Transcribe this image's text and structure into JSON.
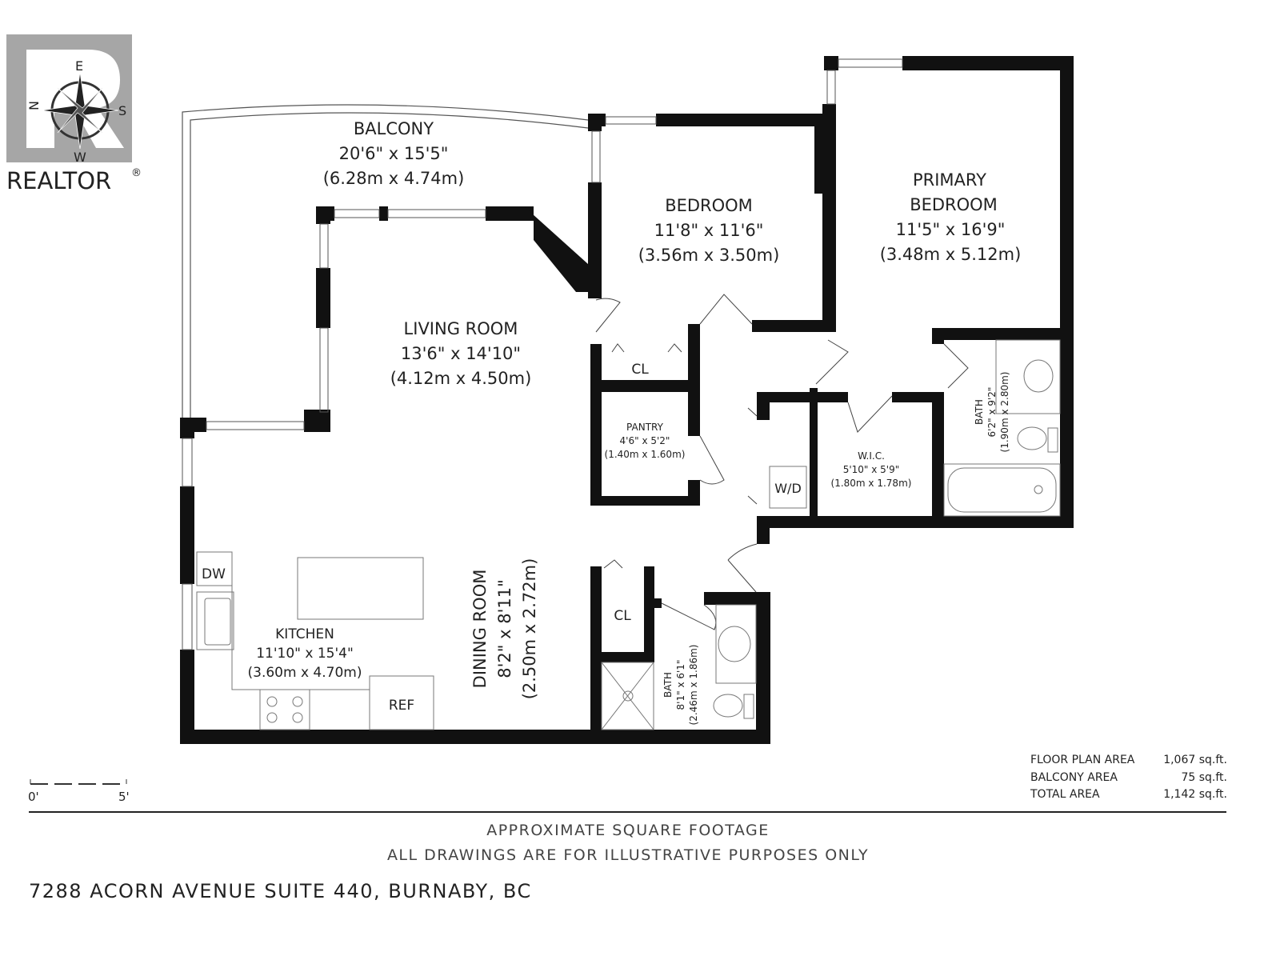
{
  "logo": {
    "text": "REALTOR",
    "mark": "®",
    "compass": [
      "N",
      "E",
      "S",
      "W"
    ]
  },
  "rooms": {
    "balcony": {
      "name": "BALCONY",
      "imperial": "20'6\" x 15'5\"",
      "metric": "(6.28m x 4.74m)"
    },
    "bedroom": {
      "name": "BEDROOM",
      "imperial": "11'8\" x 11'6\"",
      "metric": "(3.56m x 3.50m)"
    },
    "primary": {
      "name1": "PRIMARY",
      "name2": "BEDROOM",
      "imperial": "11'5\" x 16'9\"",
      "metric": "(3.48m x 5.12m)"
    },
    "living": {
      "name": "LIVING ROOM",
      "imperial": "13'6\" x 14'10\"",
      "metric": "(4.12m x 4.50m)"
    },
    "cl1": {
      "name": "CL"
    },
    "pantry": {
      "name": "PANTRY",
      "imperial": "4'6\" x 5'2\"",
      "metric": "(1.40m x 1.60m)"
    },
    "wd": {
      "name": "W/D"
    },
    "wic": {
      "name": "W.I.C.",
      "imperial": "5'10\" x 5'9\"",
      "metric": "(1.80m x 1.78m)"
    },
    "bath1": {
      "name": "BATH",
      "imperial": "6'2\" x 9'2\"",
      "metric": "(1.90m x 2.80m)"
    },
    "dw": {
      "name": "DW"
    },
    "kitchen": {
      "name": "KITCHEN",
      "imperial": "11'10\" x 15'4\"",
      "metric": "(3.60m x 4.70m)"
    },
    "dining": {
      "name": "DINING ROOM",
      "imperial": "8'2\" x 8'11\"",
      "metric": "(2.50m x 2.72m)"
    },
    "ref": {
      "name": "REF"
    },
    "cl2": {
      "name": "CL"
    },
    "bath2": {
      "name": "BATH",
      "imperial": "8'1\" x 6'1\"",
      "metric": "(2.46m x 1.86m)"
    }
  },
  "scale": {
    "start": "0'",
    "end": "5'"
  },
  "areas": [
    {
      "label": "FLOOR PLAN AREA",
      "value": "1,067 sq.ft."
    },
    {
      "label": "BALCONY AREA",
      "value": "75 sq.ft."
    },
    {
      "label": "TOTAL AREA",
      "value": "1,142 sq.ft."
    }
  ],
  "footer": {
    "line1": "APPROXIMATE SQUARE FOOTAGE",
    "line2": "ALL DRAWINGS ARE FOR ILLUSTRATIVE PURPOSES ONLY",
    "address": "7288 ACORN AVENUE SUITE 440, BURNABY, BC"
  }
}
